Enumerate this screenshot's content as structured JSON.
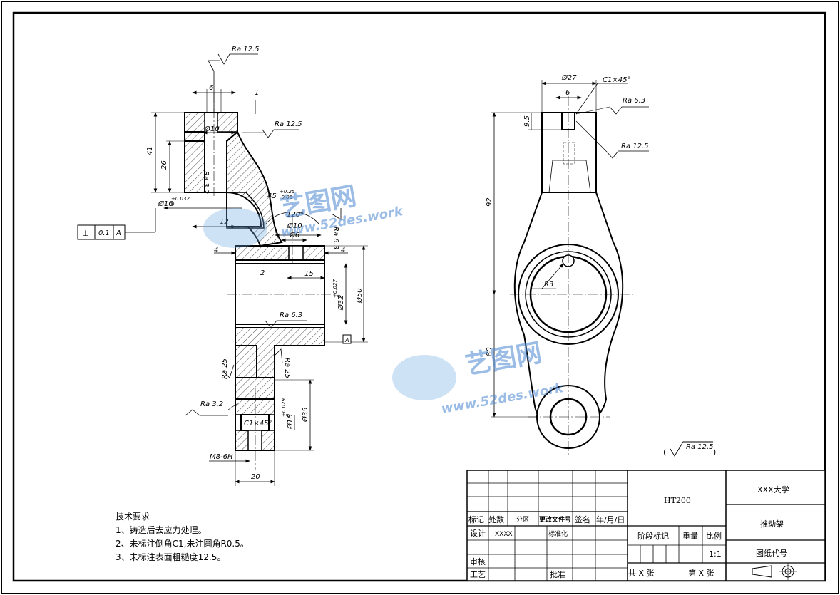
{
  "drawing": {
    "material": "HT200",
    "school": "XXX大学",
    "part_name": "推动架",
    "drawing_code_label": "图纸代号",
    "scale": "1:1",
    "sheet_total": "共 X 张",
    "sheet_no": "第 X 张"
  },
  "title_block": {
    "mark": "标记",
    "count": "处数",
    "zone": "分区",
    "change_doc": "更改文件号",
    "signature": "签名",
    "date": "年/月/日",
    "design": "设计",
    "designer": "XXXX",
    "standardize": "标准化",
    "stage_mark": "阶段标记",
    "weight": "重量",
    "scale_label": "比例",
    "review": "审核",
    "process": "工艺",
    "approve": "批准"
  },
  "notes": {
    "title": "技术要求",
    "items": [
      "1、铸造后去应力处理。",
      "2、未标注倒角C1,未注圆角R0.5。",
      "3、未标注表面粗糙度12.5。"
    ]
  },
  "watermark": {
    "name": "艺图网",
    "url": "www.52des.work"
  },
  "dims_left": {
    "ra125_top": "Ra 12.5",
    "w6": "6",
    "d1": "1",
    "ra125_b": "Ra 12.5",
    "phi10_top": "Ø10",
    "h41": "41",
    "h26": "26",
    "ra32_inner": "Ra 3.2",
    "phi16": "Ø16",
    "phi16_tol": "+0.032",
    "phi16_tol2": "0",
    "tol_sym": "⊥",
    "tol_val": "0.1",
    "tol_ref": "A",
    "w12": "12",
    "d45": "45",
    "d45_tol1": "+0.25",
    "d45_tol2": "-0.06",
    "ang120": "120°",
    "phi10_mid": "Ø10",
    "phi6": "Ø6",
    "ra63_mid": "Ra 6.3",
    "w4l": "4",
    "w4r": "4",
    "w2": "2",
    "w15": "15",
    "phi32": "Ø32",
    "phi32_tol": "+0.027",
    "phi32_tol2": "0",
    "phi50": "Ø50",
    "ra63_b": "Ra 6.3",
    "datum_a": "A",
    "ra25_l": "Ra 25",
    "ra25_r": "Ra 25",
    "ra32_low": "Ra 3.2",
    "phi16b": "Ø16",
    "phi16b_tol": "+0.029",
    "phi16b_tol2": "0",
    "phi35": "Ø35",
    "c1": "C1×45°",
    "m8": "M8-6H",
    "w20": "20"
  },
  "dims_right": {
    "phi27": "Ø27",
    "c1": "C1×45°",
    "w6": "6",
    "ra63": "Ra 6.3",
    "h95": "9.5",
    "ra125": "Ra 12.5",
    "h92": "92",
    "r3": "R3",
    "h80": "80"
  },
  "general_roughness": "Ra 12.5"
}
